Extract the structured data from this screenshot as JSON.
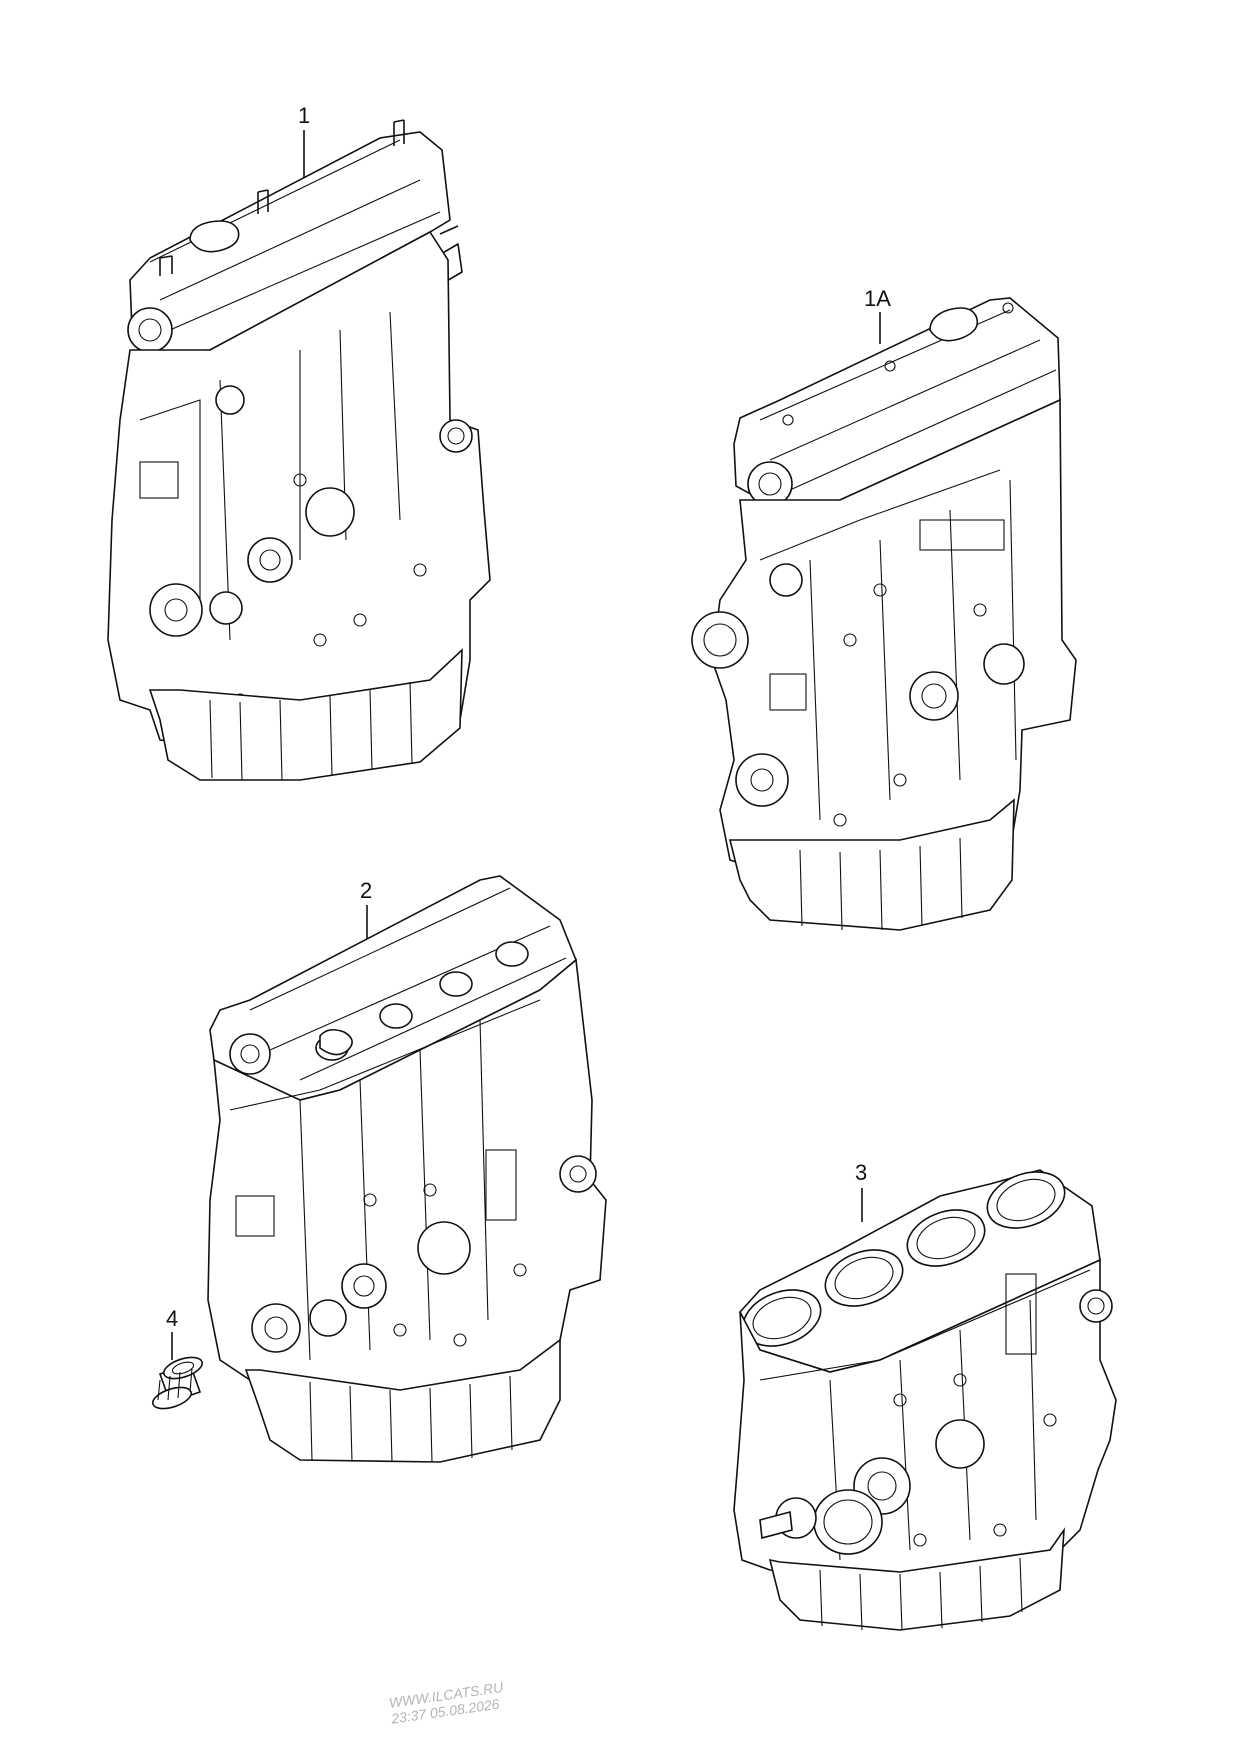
{
  "callouts": {
    "c1": "1",
    "c1a": "1A",
    "c2": "2",
    "c3": "3",
    "c4": "4"
  },
  "watermark": {
    "line1": "WWW.ILCATS.RU",
    "line2": "23:37 05.08.2026"
  },
  "colors": {
    "line": "#111111",
    "background": "#ffffff",
    "watermark": "#b5b5b5"
  }
}
